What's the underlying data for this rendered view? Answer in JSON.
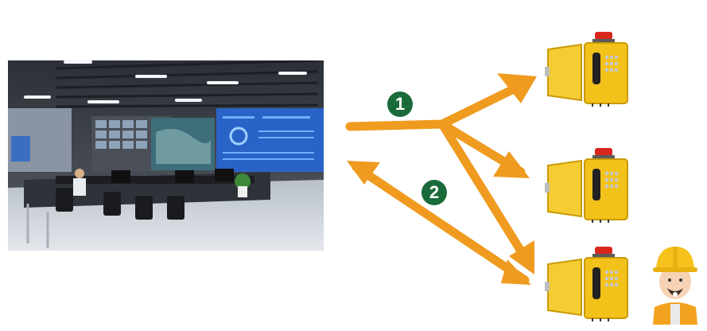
{
  "markers": [
    {
      "label": "1",
      "color": "#1a6b3a"
    },
    {
      "label": "2",
      "color": "#1a6b3a"
    }
  ],
  "colors": {
    "arrow": "#ef9b1f",
    "phone_body": "#f2c21a",
    "phone_dark": "#c99a05",
    "beacon": "#d8261c",
    "handset": "#222222",
    "monitor_wall": "#2a63c8",
    "helmet": "#f6c21b",
    "vest": "#f2a21e"
  },
  "icons": {
    "control_room": "control-room-photo",
    "phone": "emergency-phone-icon",
    "worker": "worker-avatar-icon"
  }
}
